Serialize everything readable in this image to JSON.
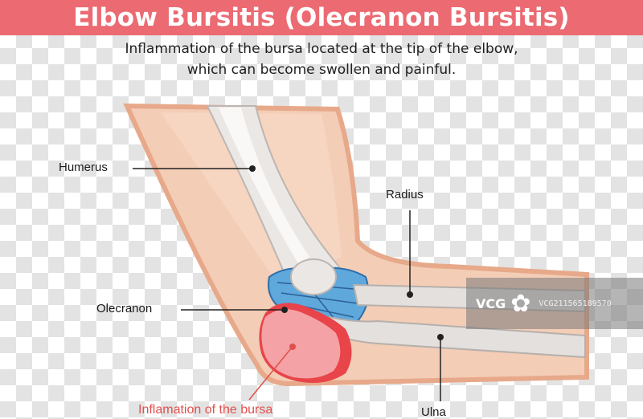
{
  "header": {
    "title": "Elbow Bursitis (Olecranon Bursitis)",
    "subtitle_line1": "Inflammation of the bursa located at the tip of the elbow,",
    "subtitle_line2": "which can become swollen and painful."
  },
  "labels": {
    "humerus": "Humerus",
    "radius": "Radius",
    "olecranon": "Olecranon",
    "ulna": "Ulna",
    "bursa": "Inflamation of the bursa"
  },
  "watermark": {
    "logo": "VCG",
    "code": "VCG211565189570",
    "icon": "flower-icon"
  },
  "colors": {
    "title_bg": "#ec6a72",
    "skin": "#f3cdb6",
    "skin_outline": "#e7a98a",
    "bone": "#e9e5e2",
    "ligament": "#5fa8dc",
    "bursa": "#ef7f86",
    "bursa_label": "#e0504c"
  }
}
